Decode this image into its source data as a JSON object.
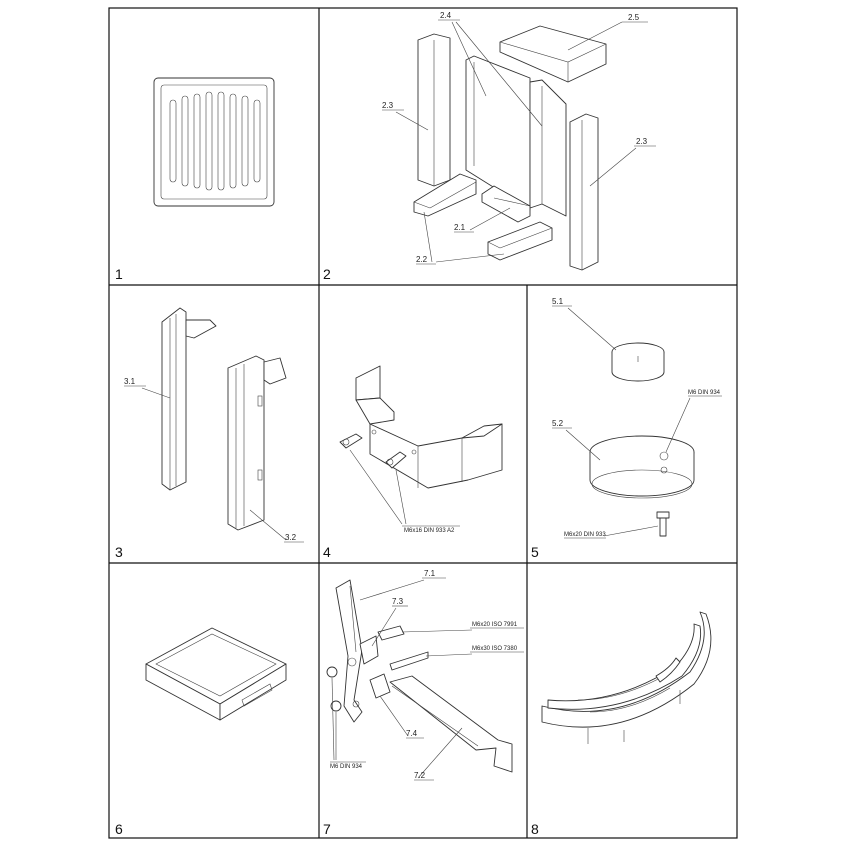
{
  "panels": [
    {
      "number": "1",
      "labels": []
    },
    {
      "number": "2",
      "labels": [
        "2.5",
        "2.4",
        "2.3",
        "2.3",
        "2.1",
        "2.2"
      ]
    },
    {
      "number": "3",
      "labels": [
        "3.1",
        "3.2"
      ]
    },
    {
      "number": "4",
      "labels": [
        "M6x16 DIN 933 A2"
      ]
    },
    {
      "number": "5",
      "labels": [
        "5.1",
        "5.2",
        "M6 DIN 934",
        "M6x20 DIN 933"
      ]
    },
    {
      "number": "6",
      "labels": []
    },
    {
      "number": "7",
      "labels": [
        "7.1",
        "7.3",
        "M6x20 ISO 7991",
        "M6x30 ISO 7380",
        "7.4",
        "7.2",
        "M6 DIN 934"
      ]
    },
    {
      "number": "8",
      "labels": []
    }
  ]
}
